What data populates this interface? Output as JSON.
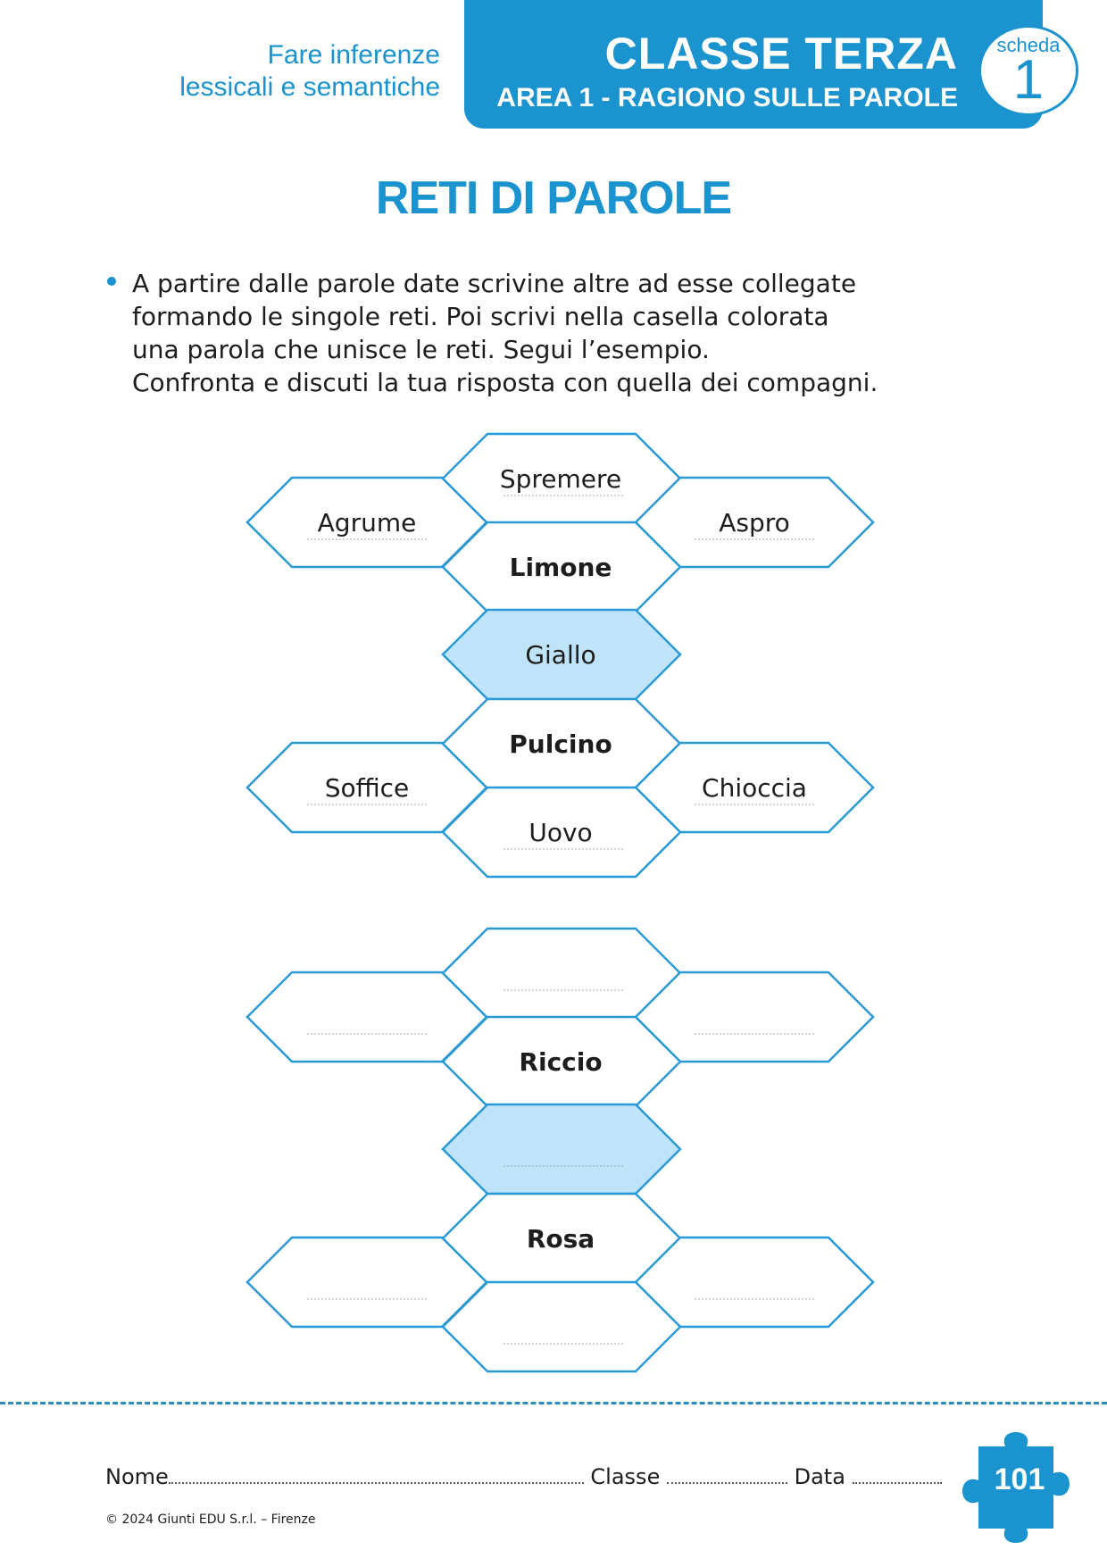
{
  "header": {
    "subject_line1": "Fare inferenze",
    "subject_line2": "lessicali e semantiche",
    "class_title": "CLASSE TERZA",
    "area": "AREA 1 - RAGIONO SULLE PAROLE",
    "badge_label": "scheda",
    "badge_number": "1"
  },
  "title": "RETI DI PAROLE",
  "instructions": [
    "A partire dalle parole date scrivine altre ad esse collegate",
    "formando le singole reti. Poi scrivi nella casella colorata",
    "una parola che unisce le reti. Segui l’esempio.",
    "Confronta e discuti la tua risposta con quella dei compagni."
  ],
  "example": {
    "top_net": {
      "top": "Spremere",
      "left": "Agrume",
      "right": "Aspro",
      "center": "Limone"
    },
    "link": "Giallo",
    "bottom_net": {
      "center": "Pulcino",
      "left": "Soffice",
      "right": "Chioccia",
      "bottom": "Uovo"
    }
  },
  "exercise": {
    "top_net": {
      "top": "",
      "left": "",
      "right": "",
      "center": "Riccio"
    },
    "link": "",
    "bottom_net": {
      "center": "Rosa",
      "left": "",
      "right": "",
      "bottom": ""
    }
  },
  "footer": {
    "name_label": "Nome",
    "class_label": "Classe",
    "date_label": "Data",
    "copyright": "© 2024 Giunti EDU S.r.l. – Firenze",
    "page_number": "101"
  },
  "colors": {
    "accent": "#1a93cf",
    "hex_stroke": "#2a9ad6",
    "link_fill": "#bfe3f8",
    "text": "#1d1d1b"
  }
}
